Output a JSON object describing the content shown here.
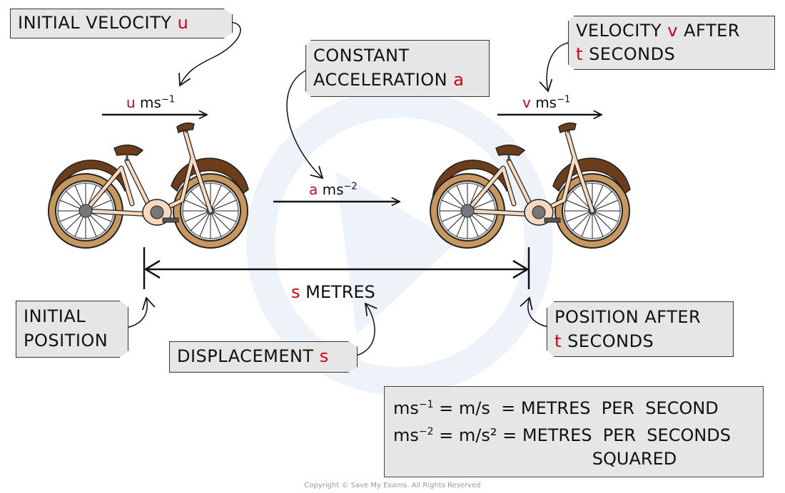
{
  "tags": {
    "initial_velocity": {
      "text": "INITIAL VELOCITY",
      "var": "u"
    },
    "constant_acceleration": {
      "line1": "CONSTANT",
      "line2": "ACCELERATION",
      "var": "a"
    },
    "velocity_after": {
      "line1_a": "VELOCITY",
      "var_v": "v",
      "line1_b": "AFTER",
      "var_t": "t",
      "line2": "SECONDS"
    },
    "initial_position": {
      "line1": "INITIAL",
      "line2": "POSITION"
    },
    "displacement": {
      "text": "DISPLACEMENT",
      "var": "s"
    },
    "position_after": {
      "line1": "POSITION AFTER",
      "var_t": "t",
      "line2": "SECONDS"
    }
  },
  "arrows": {
    "u": {
      "var": "u",
      "unit": "ms",
      "exp": "−1"
    },
    "a": {
      "var": "a",
      "unit": "ms",
      "exp": "−2"
    },
    "v": {
      "var": "v",
      "unit": "ms",
      "exp": "−1"
    }
  },
  "displacement_label": {
    "var": "s",
    "text": "METRES"
  },
  "units_box": {
    "row1": {
      "lhs": "ms",
      "exp": "−1",
      "mid": " = m/s  = ",
      "rhs": "METRES  PER  SECOND"
    },
    "row2": {
      "lhs": "ms",
      "exp": "−2",
      "mid": " = m/s² = ",
      "rhs": "METRES  PER  SECONDS"
    },
    "row3": "SQUARED"
  },
  "copyright": "Copyright © Save My Exams. All Rights Reserved",
  "colors": {
    "variable": "#d0021b",
    "tag_fill": "#e6e6e6",
    "tyre": "#c8975e",
    "mudguard": "#6b3d1a",
    "frame": "#f6d9bf",
    "watermark": "#eef3fa"
  }
}
